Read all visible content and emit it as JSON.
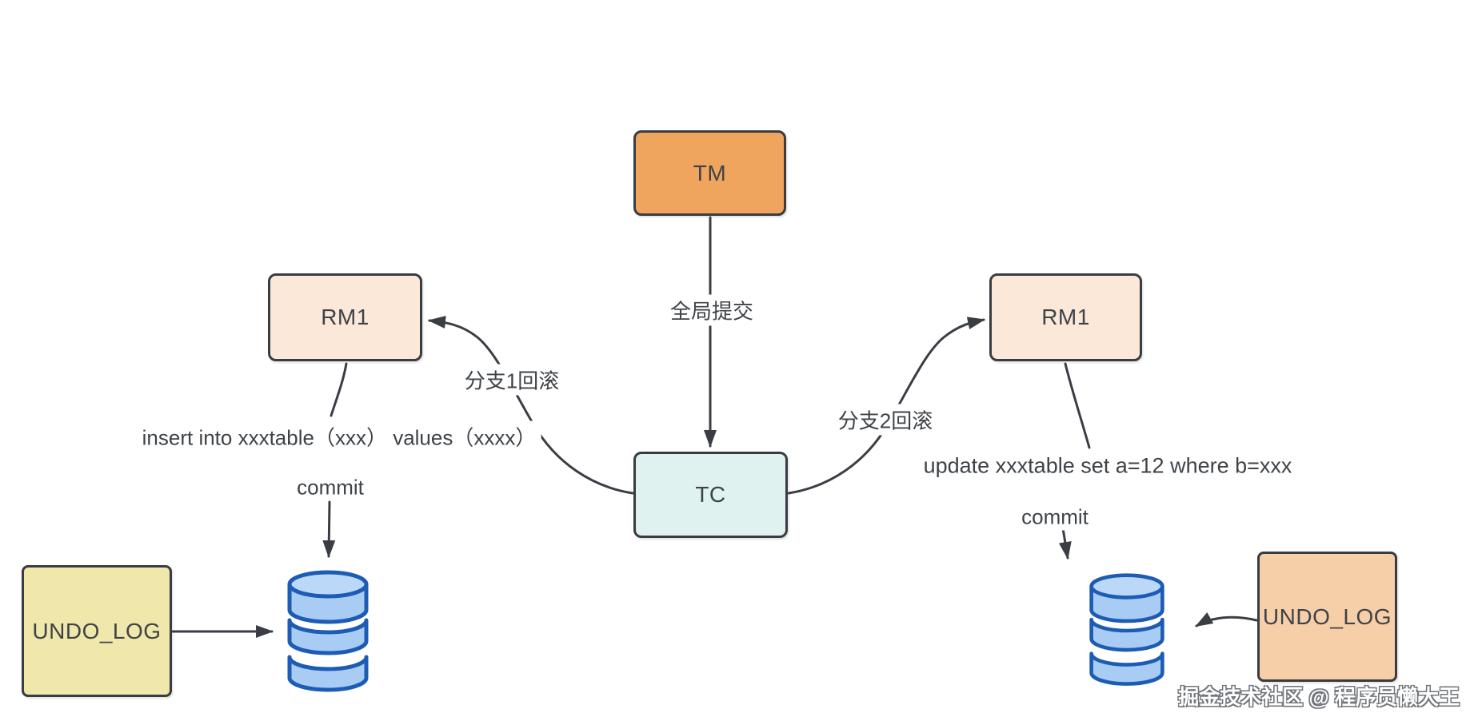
{
  "nodes": {
    "tm": {
      "label": "TM"
    },
    "tc": {
      "label": "TC"
    },
    "rm_left": {
      "label": "RM1"
    },
    "rm_right": {
      "label": "RM1"
    },
    "undo_left": {
      "label": "UNDO_LOG"
    },
    "undo_right": {
      "label": "UNDO_LOG"
    }
  },
  "edges": {
    "global_commit": {
      "label": "全局提交"
    },
    "branch1_rollback": {
      "label": "分支1回滚"
    },
    "branch2_rollback": {
      "label": "分支2回滚"
    }
  },
  "annotations": {
    "insert_sql": "insert into xxxtable（xxx） values（xxxx）",
    "commit_left": "commit",
    "update_sql": "update xxxtable set a=12 where b=xxx",
    "commit_right": "commit"
  },
  "watermark": {
    "text": "掘金技术社区 @ 程序员懒大王"
  },
  "colors": {
    "tm_fill": "#f0a55f",
    "tc_fill": "#dff2f0",
    "rm_fill": "#fbe8d8",
    "undo_left_fill": "#f0e7ab",
    "undo_right_fill": "#f6cfa8",
    "node_border": "#383c43",
    "edge_line": "#3a3e44",
    "db_outline": "#1d5cb4",
    "db_body": "#a9ccf5",
    "db_top": "#bcd8f8"
  }
}
